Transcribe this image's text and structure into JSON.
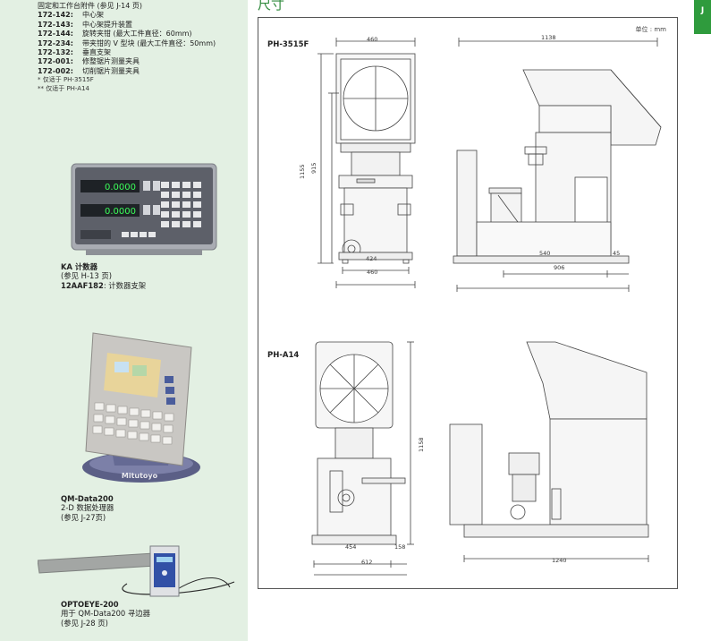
{
  "sidebar": {
    "accessories_intro": "固定和工作台附件 (参见 J-14 页)",
    "accessories": [
      {
        "code": "172-142:",
        "desc": "中心架"
      },
      {
        "code": "172-143:",
        "desc": "中心架提升装置"
      },
      {
        "code": "172-144:",
        "desc": "旋转夹钳 (最大工件直径：60mm)"
      },
      {
        "code": "172-234:",
        "desc": "带夹钳的 V 型块 (最大工件直径：50mm)"
      },
      {
        "code": "172-132:",
        "desc": "垂直支架"
      },
      {
        "code": "172-001:",
        "desc": "修整锯片测量夹具"
      },
      {
        "code": "172-002:",
        "desc": "切削锯片测量夹具"
      }
    ],
    "notes": [
      "*  仅适于 PH-3515F",
      "** 仅适于 PH-A14"
    ],
    "ka_counter": {
      "title": "KA 计数器",
      "ref": "(参见 H-13 页)",
      "stand_code": "12AAF182",
      "stand_desc": ": 计数器支架",
      "display_top": "0.0000",
      "display_bottom": "0.0000"
    },
    "qm_data": {
      "title": "QM-Data200",
      "desc": "2-D 数据处理器",
      "ref": "(参见 J-27页)"
    },
    "optoeye": {
      "title": "OPTOEYE-200",
      "desc": "用于 QM-Data200 寻边器",
      "ref": "(参见 J-28 页)"
    }
  },
  "main": {
    "section_title": "尺寸",
    "tab_letter": "J",
    "unit_label": "单位 : mm",
    "ph3515f": {
      "label": "PH-3515F",
      "dim_width_top": "460",
      "dim_height_total": "1155",
      "dim_height_inner": "915",
      "dim_base_inner": "424",
      "dim_base_outer": "460",
      "dim_side_width": "1138",
      "dim_side_base": "540",
      "dim_side_offset": "45",
      "dim_side_total": "906"
    },
    "pha14": {
      "label": "PH-A14",
      "dim_height": "1158",
      "dim_base_a": "454",
      "dim_base_b": "158",
      "dim_base_total": "612",
      "dim_side_total": "1240"
    }
  }
}
